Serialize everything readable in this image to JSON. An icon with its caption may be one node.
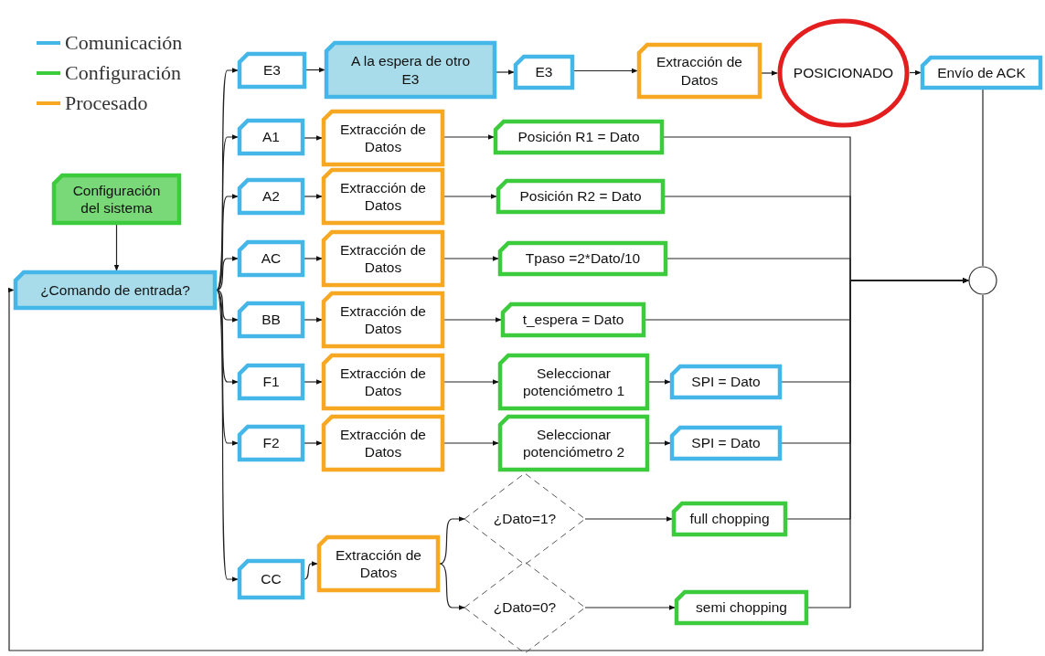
{
  "diagram": {
    "nodes": [
      {
        "text": [
          "Configuración del sistema"
        ]
      },
      {
        "text": [
          "¿Comando de entrada?"
        ]
      },
      {
        "text": [
          "E3"
        ]
      },
      {
        "text": [
          "A la espera de otro E3"
        ]
      },
      {
        "text": [
          "E3"
        ]
      },
      {
        "text": [
          "Extracción de Datos"
        ]
      },
      {
        "text": [
          "POSICIONADO"
        ]
      },
      {
        "text": [
          "Envío de ACK"
        ]
      },
      {
        "text": [
          "A1"
        ]
      },
      {
        "text": [
          "Extracción de Datos"
        ]
      },
      {
        "text": [
          "Posición R1 = Dato"
        ]
      },
      {
        "text": [
          "A2"
        ]
      },
      {
        "text": [
          "Extracción de Datos"
        ]
      },
      {
        "text": [
          "Posición R2 = Dato"
        ]
      },
      {
        "text": [
          "AC"
        ]
      },
      {
        "text": [
          "Extracción de Datos"
        ]
      },
      {
        "text": [
          "Tpaso =2*Dato/10"
        ]
      },
      {
        "text": [
          "BB"
        ]
      },
      {
        "text": [
          "Extracción de Datos"
        ]
      },
      {
        "text": [
          "t_espera = Dato"
        ]
      },
      {
        "text": [
          "F1"
        ]
      },
      {
        "text": [
          "Extracción de Datos"
        ]
      },
      {
        "text": [
          "Seleccionar potenciómetro 1"
        ]
      },
      {
        "text": [
          "SPI = Dato"
        ]
      },
      {
        "text": [
          "F2"
        ]
      },
      {
        "text": [
          "Extracción de Datos"
        ]
      },
      {
        "text": [
          "Seleccionar potenciómetro 2"
        ]
      },
      {
        "text": [
          "SPI = Dato"
        ]
      },
      {
        "text": [
          "CC"
        ]
      },
      {
        "text": [
          "Extracción de Datos"
        ]
      },
      {
        "text": [
          "¿Dato=1?"
        ]
      },
      {
        "text": [
          "¿Dato=0?"
        ]
      },
      {
        "text": [
          "full chopping"
        ]
      },
      {
        "text": [
          "semi chopping"
        ]
      },
      {
        "text": [],
        "shape": "circle"
      }
    ],
    "edges": [
      {
        "from": 0,
        "to": 1,
        "arrow": "to"
      },
      {
        "from": 1,
        "to": 2,
        "arrow": "to"
      },
      {
        "from": 1,
        "to": 8,
        "arrow": "to"
      },
      {
        "from": 1,
        "to": 11,
        "arrow": "to"
      },
      {
        "from": 1,
        "to": 14,
        "arrow": "to"
      },
      {
        "from": 1,
        "to": 17,
        "arrow": "to"
      },
      {
        "from": 1,
        "to": 20,
        "arrow": "to"
      },
      {
        "from": 1,
        "to": 24,
        "arrow": "to"
      },
      {
        "from": 1,
        "to": 28,
        "arrow": "to"
      },
      {
        "from": 2,
        "to": 3,
        "arrow": "to"
      },
      {
        "from": 3,
        "to": 4,
        "arrow": "to"
      },
      {
        "from": 4,
        "to": 5,
        "arrow": "to"
      },
      {
        "from": 5,
        "to": 6,
        "arrow": "to"
      },
      {
        "from": 6,
        "to": 7,
        "arrow": "to"
      },
      {
        "from": 7,
        "to": 34,
        "arrow": "none"
      },
      {
        "from": 8,
        "to": 9,
        "arrow": "to"
      },
      {
        "from": 9,
        "to": 10,
        "arrow": "to"
      },
      {
        "from": 11,
        "to": 12,
        "arrow": "to"
      },
      {
        "from": 12,
        "to": 13,
        "arrow": "to"
      },
      {
        "from": 14,
        "to": 15,
        "arrow": "to"
      },
      {
        "from": 15,
        "to": 16,
        "arrow": "to"
      },
      {
        "from": 17,
        "to": 18,
        "arrow": "to"
      },
      {
        "from": 18,
        "to": 19,
        "arrow": "to"
      },
      {
        "from": 20,
        "to": 21,
        "arrow": "to"
      },
      {
        "from": 21,
        "to": 22,
        "arrow": "to"
      },
      {
        "from": 22,
        "to": 23,
        "arrow": "to"
      },
      {
        "from": 24,
        "to": 25,
        "arrow": "to"
      },
      {
        "from": 25,
        "to": 26,
        "arrow": "to"
      },
      {
        "from": 26,
        "to": 27,
        "arrow": "to"
      },
      {
        "from": 28,
        "to": 29,
        "arrow": "to"
      },
      {
        "from": 29,
        "to": 30,
        "arrow": "to"
      },
      {
        "from": 29,
        "to": 31,
        "arrow": "to"
      },
      {
        "from": 30,
        "to": 32,
        "arrow": "to"
      },
      {
        "from": 31,
        "to": 33,
        "arrow": "to"
      },
      {
        "from": 10,
        "to": 34,
        "arrow": "to"
      },
      {
        "from": 13,
        "to": 34,
        "arrow": "to"
      },
      {
        "from": 16,
        "to": 34,
        "arrow": "to"
      },
      {
        "from": 19,
        "to": 34,
        "arrow": "to"
      },
      {
        "from": 23,
        "to": 34,
        "arrow": "to"
      },
      {
        "from": 27,
        "to": 34,
        "arrow": "to"
      },
      {
        "from": 32,
        "to": 34,
        "arrow": "to"
      },
      {
        "from": 33,
        "to": 34,
        "arrow": "to"
      },
      {
        "from": 34,
        "to": 1,
        "arrow": "to"
      }
    ],
    "legend": [
      {
        "text": "Comunicación",
        "color": "#45b6e8"
      },
      {
        "text": "Configuración",
        "color": "#3ccb3c"
      },
      {
        "text": "Procesado",
        "color": "#f7a823"
      }
    ]
  }
}
